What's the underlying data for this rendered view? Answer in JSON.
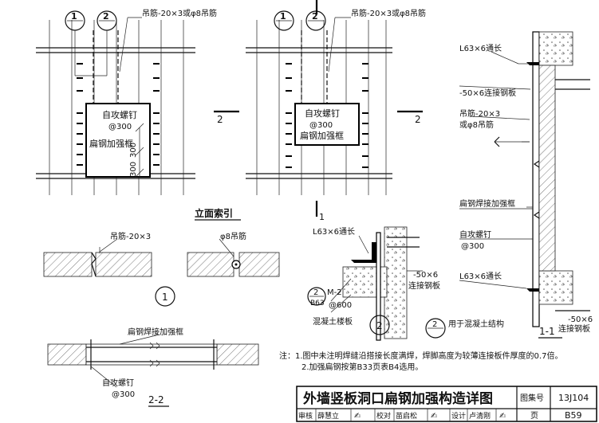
{
  "sheet_title": "外墙竖板洞口扁钢加强构造详图",
  "atlas_label": "图集号",
  "atlas_no": "13J104",
  "page_label": "页",
  "page_no": "B59",
  "sign_row": {
    "review_label": "审核",
    "review_name": "薛慧立",
    "check_label": "校对",
    "check_name": "苗启松",
    "design_label": "设计",
    "design_name": "卢清刚"
  },
  "elevation": {
    "caption": "立面索引",
    "bubble1": "1",
    "bubble2": "2",
    "bubble_sub": "—",
    "left_hanger": "吊筋-20×3或φ8吊筋",
    "right_hanger": "吊筋-20×3或φ8吊筋",
    "screw": "自攻螺钉",
    "screw_spacing": "@300",
    "frame": "扁钢加强框",
    "dim_300a": "300",
    "dim_300b": "300",
    "cut2": "2",
    "cut1": "1"
  },
  "detail1": {
    "left_label": "吊筋-20×3",
    "right_label": "φ8吊筋",
    "number": "1"
  },
  "detail2": {
    "angle": "L63×6通长",
    "plate": "-50×6",
    "plate_line2": "连接钢板",
    "anchor_ref_num": "2",
    "anchor_ref_sheet": "B63",
    "anchor_name": "M-2",
    "anchor_spacing": "@600",
    "floor": "混凝土楼板",
    "number": "2"
  },
  "section11": {
    "angle_top": "L63×6通长",
    "plate": "-50×6连接钢板",
    "hanger": "吊筋-20×3",
    "hanger2": "或φ8吊筋",
    "frame": "扁钢焊接加强框",
    "screw": "自攻螺钉",
    "screw_spacing": "@300",
    "angle_bot": "L63×6通长",
    "ref_num": "2",
    "ref_sub": "—",
    "ref_text": "用于混凝土结构",
    "plate_bot": "-50×6",
    "plate_bot2": "连接钢板",
    "title": "1-1"
  },
  "section22": {
    "frame": "扁钢焊接加强框",
    "screw": "自攻螺钉",
    "screw_spacing": "@300",
    "title": "2-2"
  },
  "notes": {
    "line1": "注：1.图中未注明焊缝沿搭接长度满焊，焊脚高度为较薄连接板件厚度的0.7倍。",
    "line2": "2.加强扁钢按第B33页表B4选用。"
  }
}
